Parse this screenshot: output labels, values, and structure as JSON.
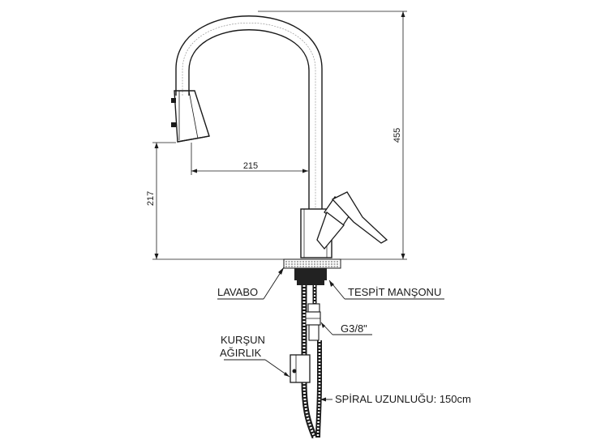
{
  "dimensions": {
    "height_total": "455",
    "spout_reach": "215",
    "spout_height": "217"
  },
  "labels": {
    "lavabo": "LAVABO",
    "tespit": "TESPİT MANŞONU",
    "g38": "G3/8\"",
    "kursun_line1": "KURŞUN",
    "kursun_line2": "AĞIRLIK",
    "spiral": "SPİRAL UZUNLUĞU: 150cm"
  },
  "colors": {
    "ink": "#1a1a1a",
    "fill_dark": "#222222",
    "fill_light": "#ffffff"
  }
}
